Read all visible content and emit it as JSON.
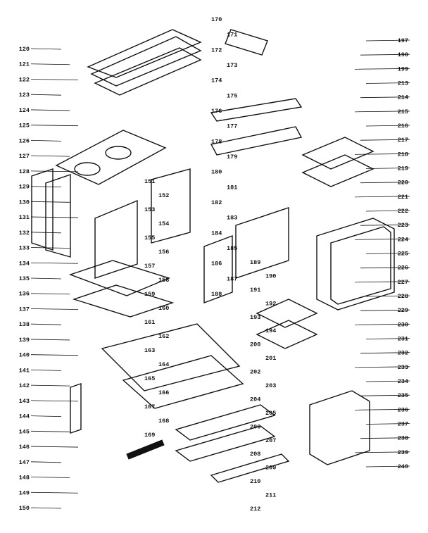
{
  "title": "",
  "colors": {
    "ink": "#111111",
    "paper": "#ffffff"
  },
  "callouts": {
    "left": [
      "120",
      "121",
      "122",
      "123",
      "124",
      "125",
      "126",
      "127",
      "128",
      "129",
      "130",
      "131",
      "132",
      "133",
      "134",
      "135",
      "136",
      "137",
      "138",
      "139",
      "140",
      "141",
      "142",
      "143",
      "144",
      "145",
      "146",
      "147",
      "148",
      "149",
      "150"
    ],
    "center": [
      "151",
      "152",
      "153",
      "154",
      "155",
      "156",
      "157",
      "158",
      "159",
      "160",
      "161",
      "162",
      "163",
      "164",
      "165",
      "166",
      "167",
      "168",
      "169",
      "170",
      "171",
      "172",
      "173",
      "174",
      "175",
      "176",
      "177",
      "178",
      "179",
      "180",
      "181",
      "182",
      "183",
      "184",
      "185",
      "186",
      "187",
      "188",
      "189",
      "190",
      "191",
      "192",
      "193",
      "194",
      "200",
      "201",
      "202",
      "203",
      "204",
      "205",
      "206",
      "207",
      "208",
      "209",
      "210",
      "211",
      "212"
    ],
    "right": [
      "197",
      "198",
      "199",
      "213",
      "214",
      "215",
      "216",
      "217",
      "218",
      "219",
      "220",
      "221",
      "222",
      "223",
      "224",
      "225",
      "226",
      "227",
      "228",
      "229",
      "230",
      "231",
      "232",
      "233",
      "234",
      "235",
      "236",
      "237",
      "238",
      "239",
      "240"
    ]
  }
}
